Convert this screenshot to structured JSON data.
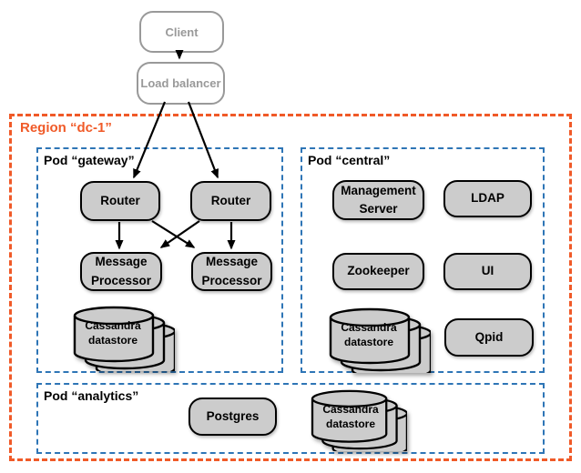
{
  "nodes": {
    "client": {
      "label": "Client"
    },
    "load_balancer": {
      "label": "Load balancer"
    },
    "router1": {
      "label": "Router"
    },
    "router2": {
      "label": "Router"
    },
    "message_processor1": {
      "label": "Message Processor"
    },
    "message_processor2": {
      "label": "Message Processor"
    },
    "cassandra_gateway": {
      "label": "Cassandra datastore"
    },
    "management_server": {
      "label": "Management Server"
    },
    "ldap": {
      "label": "LDAP"
    },
    "zookeeper": {
      "label": "Zookeeper"
    },
    "ui": {
      "label": "UI"
    },
    "cassandra_central": {
      "label": "Cassandra datastore"
    },
    "qpid": {
      "label": "Qpid"
    },
    "postgres": {
      "label": "Postgres"
    },
    "cassandra_analytics": {
      "label": "Cassandra datastore"
    }
  },
  "groups": {
    "region": {
      "label": "Region “dc-1”"
    },
    "pod_gateway": {
      "label": "Pod “gateway”"
    },
    "pod_central": {
      "label": "Pod “central”"
    },
    "pod_analytics": {
      "label": "Pod “analytics”"
    }
  },
  "colors": {
    "region_border": "#F05A28",
    "pod_border": "#2E75B6",
    "node_fill": "#CCCCCC",
    "node_border": "#000000",
    "external_border": "#999999",
    "arrow": "#000000"
  }
}
